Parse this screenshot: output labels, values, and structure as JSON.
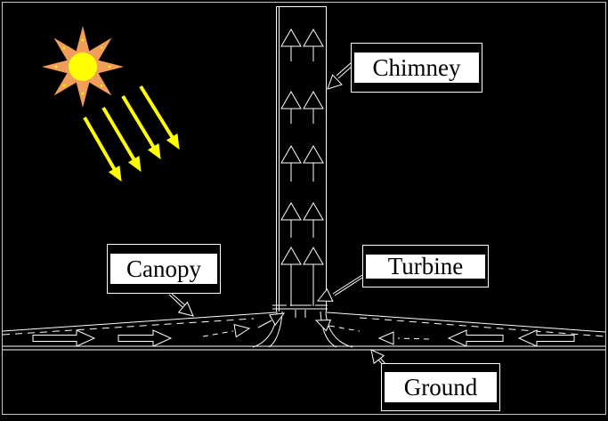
{
  "labels": {
    "chimney": "Chimney",
    "canopy": "Canopy",
    "turbine": "Turbine",
    "ground": "Ground"
  },
  "colors": {
    "background": "#000000",
    "line": "#ffffff",
    "frame": "#c8c8c8",
    "sun_star": "#f29e5b",
    "sun_core": "#ffff00",
    "ray": "#ffff00",
    "label_bg": "#ffffff",
    "label_text": "#000000"
  },
  "icons": {
    "sun": "sun-icon",
    "solar_ray": "solar-ray-arrow-icon",
    "updraft": "updraft-arrow-icon",
    "airflow": "airflow-arrow-icon",
    "turbine_symbol": "turbine-rotor-icon"
  },
  "diagram": {
    "type": "solar-chimney-power-plant-schematic",
    "components": [
      "sun",
      "solar radiation arrows",
      "chimney with updraft arrows",
      "canopy with inflow arrows",
      "turbine at chimney base",
      "ground"
    ]
  }
}
